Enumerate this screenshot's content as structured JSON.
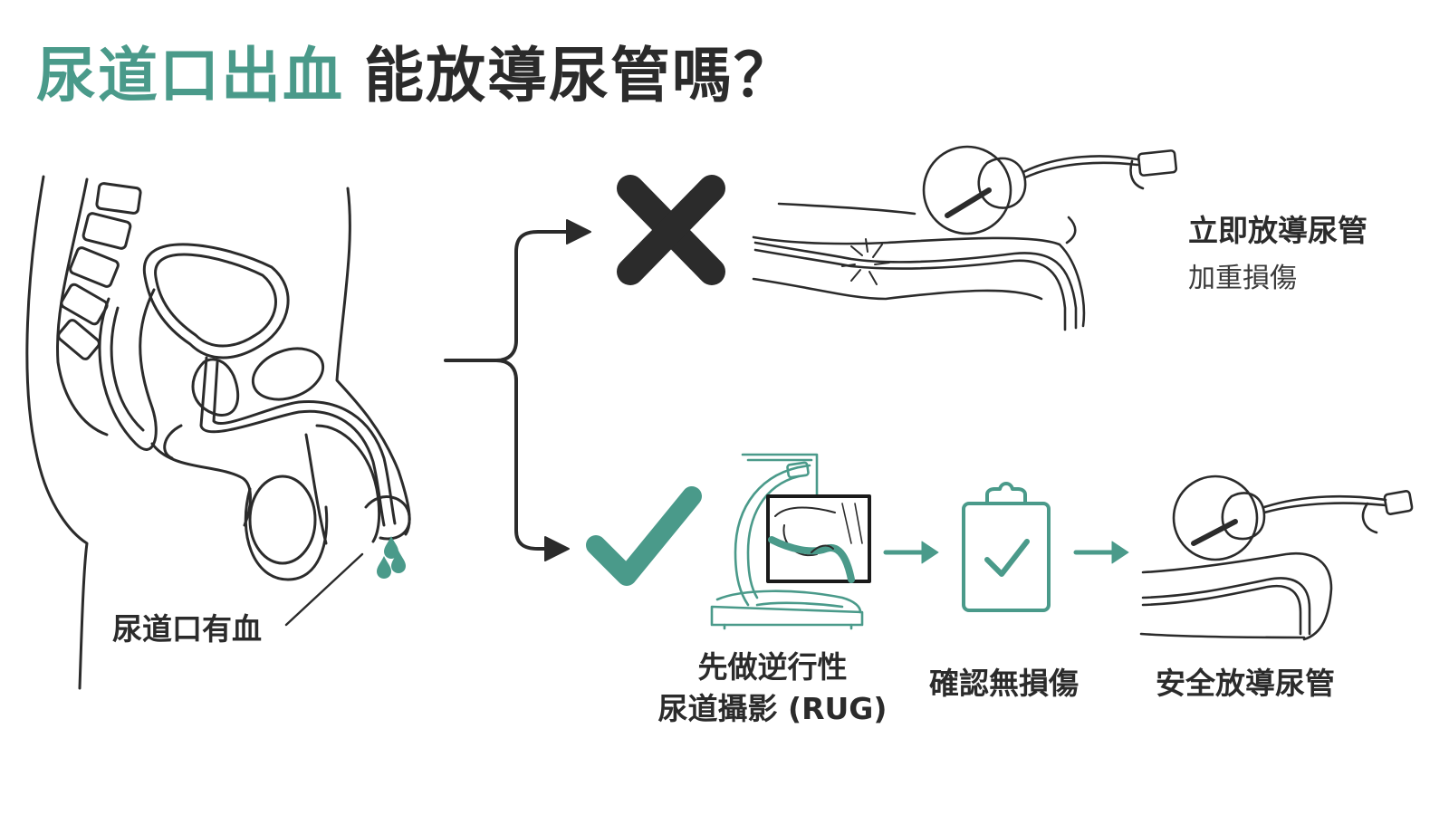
{
  "title": {
    "accent_text": "尿道口出血",
    "rest_text": "能放導尿管嗎？"
  },
  "labels": {
    "urethral_blood": "尿道口有血",
    "bad_path_title": "立即放導尿管",
    "bad_path_sub": "加重損傷",
    "rug_line1": "先做逆行性",
    "rug_line2": "尿道攝影 (RUG)",
    "confirm": "確認無損傷",
    "safe": "安全放導尿管"
  },
  "colors": {
    "accent": "#4a9a8a",
    "dark": "#2b2b2b",
    "cross": "#2b2b2b"
  },
  "icons": [
    "cross-icon",
    "check-icon",
    "clipboard-check-icon",
    "arrow-right-icon"
  ]
}
